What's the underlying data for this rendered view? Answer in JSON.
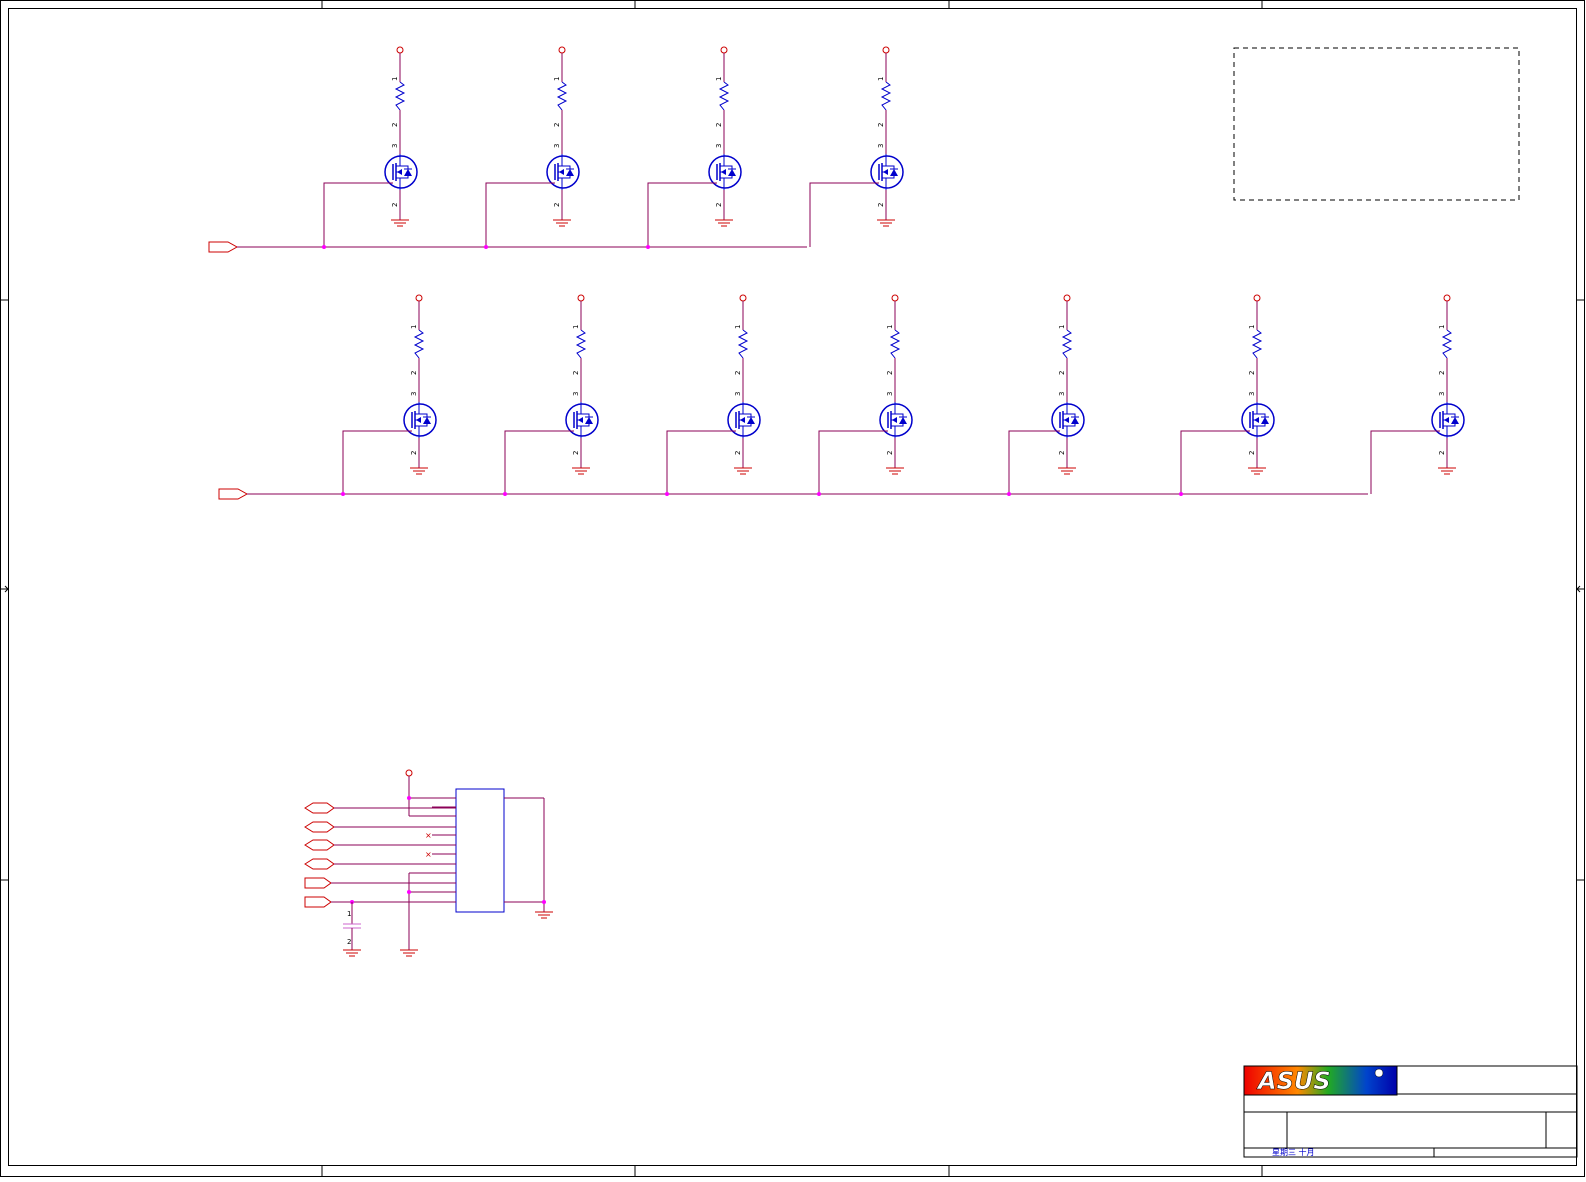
{
  "title_block": {
    "date_text": "星期三 十月",
    "logo_text": "ASUS"
  },
  "pin_labels": {
    "one": "1",
    "two": "2",
    "three": "3"
  },
  "colors": {
    "wire": "#8b0057",
    "net": "#cc0000",
    "component": "#0000cc",
    "junction": "#ff00ff",
    "frame": "#000000",
    "capacitor": "#cc66cc",
    "date_text": "#0000cc"
  },
  "components": {
    "mosfet_row_1_count": 4,
    "mosfet_row_2_count": 7,
    "connector_unconnected_marks": 2
  }
}
